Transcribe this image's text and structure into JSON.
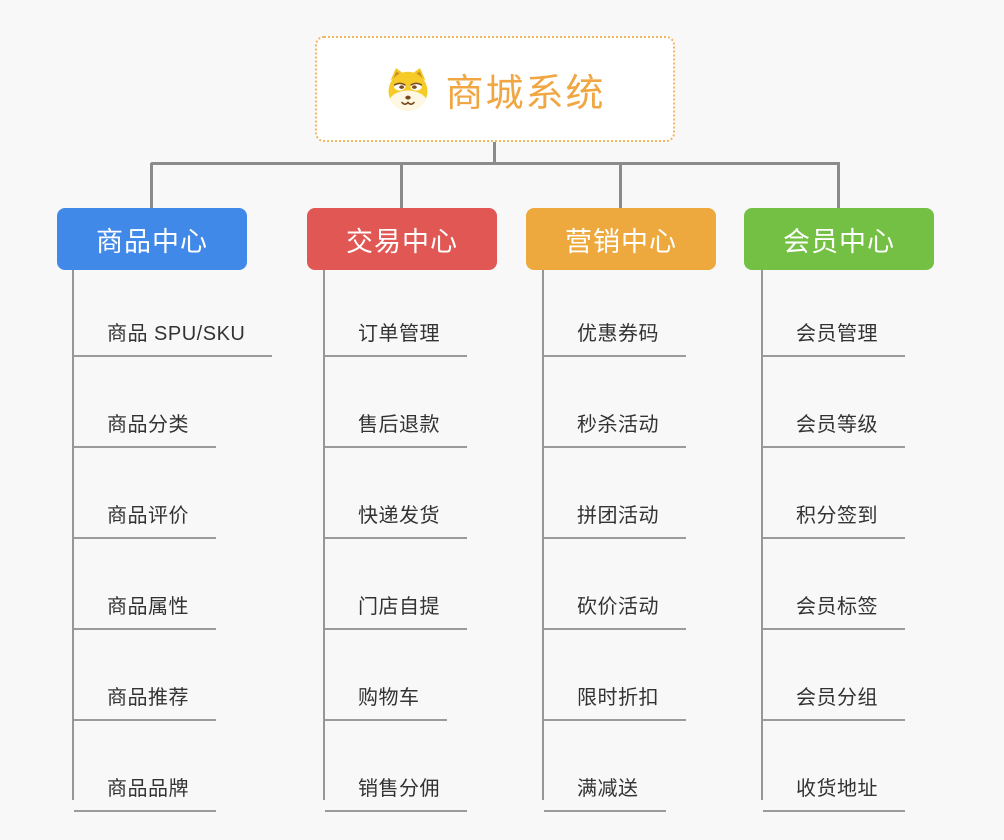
{
  "canvas": {
    "background": "#f8f8f8",
    "connector_color": "#8b8b8b",
    "underline_color": "#9b9b9b"
  },
  "root": {
    "label": "商城系统",
    "icon": "shiba-dog-icon",
    "text_color": "#f0a643",
    "border_color": "#f2b661",
    "background": "#ffffff"
  },
  "branches": [
    {
      "label": "商品中心",
      "color": "#4189e8",
      "items": [
        "商品 SPU/SKU",
        "商品分类",
        "商品评价",
        "商品属性",
        "商品推荐",
        "商品品牌"
      ]
    },
    {
      "label": "交易中心",
      "color": "#e15753",
      "items": [
        "订单管理",
        "售后退款",
        "快递发货",
        "门店自提",
        "购物车",
        "销售分佣"
      ]
    },
    {
      "label": "营销中心",
      "color": "#eda93e",
      "items": [
        "优惠券码",
        "秒杀活动",
        "拼团活动",
        "砍价活动",
        "限时折扣",
        "满减送"
      ]
    },
    {
      "label": "会员中心",
      "color": "#74c044",
      "items": [
        "会员管理",
        "会员等级",
        "积分签到",
        "会员标签",
        "会员分组",
        "收货地址"
      ]
    }
  ]
}
